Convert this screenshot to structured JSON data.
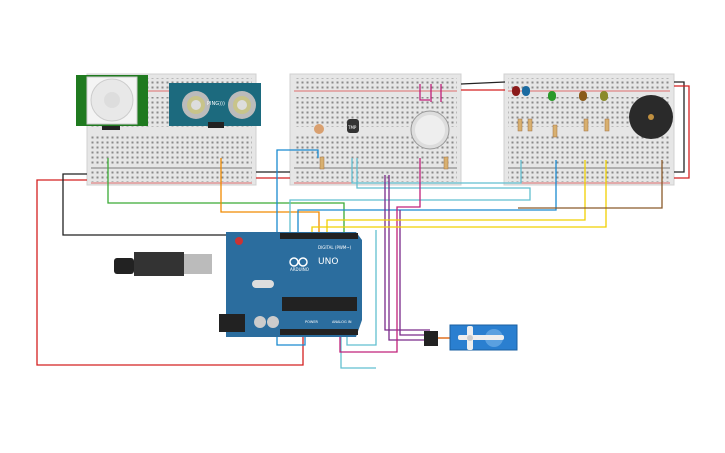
{
  "colors": {
    "breadboard": "#e6e6e6",
    "arduino": "#2b6d9e",
    "pir_board": "#1f7a1f",
    "ping_board": "#1c6a7e",
    "servo": "#2a7fd0",
    "wire_red": "#d42020",
    "wire_black": "#222222",
    "wire_green": "#3aaa35",
    "wire_orange": "#f08a00",
    "wire_blue": "#1a8ad0",
    "wire_lightblue": "#62bfd0",
    "wire_purple": "#7a2a8a",
    "wire_magenta": "#c0207a",
    "wire_yellow": "#f0d000",
    "wire_brown": "#8a5a2a"
  },
  "components": {
    "ping_sensor": {
      "label": "PING)))"
    },
    "temp_sensor": {
      "label": "TMP"
    },
    "arduino": {
      "model": "UNO",
      "brand": "ARDUINO",
      "digital_header": "DIGITAL (PWM~)",
      "power_header": "POWER",
      "analog_header": "ANALOG IN"
    },
    "leds": [
      "red",
      "blue",
      "green",
      "brown",
      "olive"
    ]
  }
}
